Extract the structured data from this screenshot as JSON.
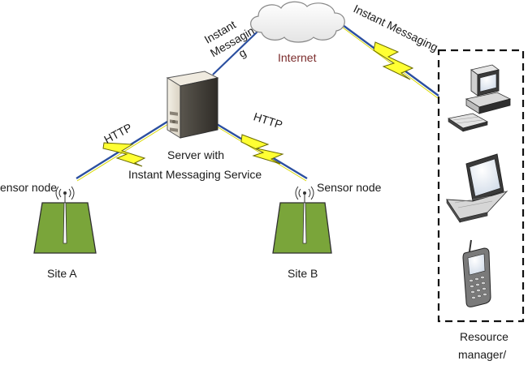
{
  "cloud": {
    "label": "Internet",
    "label_color": "#7b2c2c"
  },
  "server": {
    "label_line1": "Server with",
    "label_line2": "Instant Messaging Service"
  },
  "links": {
    "server_cloud": {
      "label_line1": "Instant",
      "label_line2": "Messagin",
      "label_line3": "g"
    },
    "cloud_resource": {
      "label": "Instant Messaging"
    },
    "siteA_server": {
      "label": "HTTP"
    },
    "server_siteB": {
      "label": "HTTP"
    }
  },
  "sites": [
    {
      "label": "Site A",
      "node_label": "ensor node"
    },
    {
      "label": "Site B",
      "node_label": "Sensor node"
    }
  ],
  "resource_manager": {
    "label_line1": "Resource",
    "label_line2": "manager/"
  },
  "colors": {
    "site_fill": "#7aa53a",
    "bolt_fill": "#ffff33",
    "link_line": "#2b4fa0",
    "dashed_border": "#111111"
  },
  "icons": {
    "cloud": "cloud-icon",
    "server": "server-tower-icon",
    "antenna": "antenna-icon",
    "desktop": "desktop-computer-icon",
    "laptop": "laptop-icon",
    "phone": "mobile-phone-icon"
  }
}
